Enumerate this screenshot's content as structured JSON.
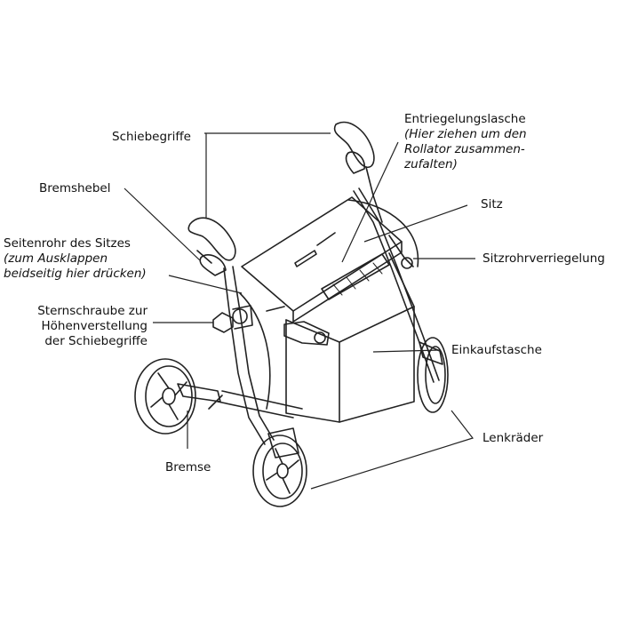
{
  "labels": {
    "schiebegriffe": "Schiebegriffe",
    "bremshebel": "Bremshebel",
    "seitenrohr": {
      "title": "Seitenrohr des Sitzes",
      "note": "(zum Ausklappen\nbeidseitig hier drücken)"
    },
    "sternschraube": "Sternschraube zur\nHöhenverstellung\nder Schiebegriffe",
    "bremse": "Bremse",
    "entriegelungslasche": {
      "title": "Entriegelungslasche",
      "note": "(Hier ziehen um den\nRollator zusammen-\nzufalten)"
    },
    "sitz": "Sitz",
    "sitzrohrverriegelung": "Sitzrohrverriegelung",
    "einkaufstasche": "Einkaufstasche",
    "lenkraeder": "Lenkräder"
  }
}
